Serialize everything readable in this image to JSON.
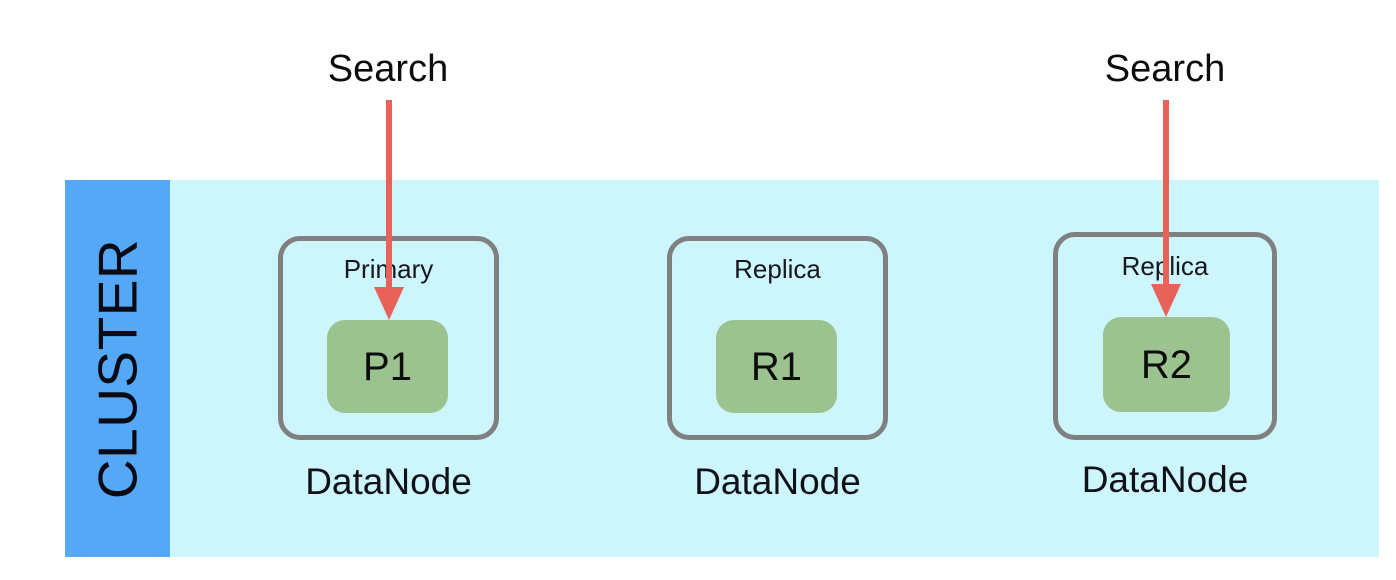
{
  "diagram": {
    "title": "Elasticsearch cluster search routing",
    "cluster": {
      "label": "CLUSTER",
      "band_color": "#ccf5fc",
      "tab_color": "#55a8f5"
    },
    "colors": {
      "node_border": "#808080",
      "shard_fill": "#9cc38f",
      "arrow": "#e8625a",
      "text": "#0d0d0d"
    },
    "nodes": [
      {
        "role": "Primary",
        "shard": "P1",
        "caption": "DataNode"
      },
      {
        "role": "Replica",
        "shard": "R1",
        "caption": "DataNode"
      },
      {
        "role": "Replica",
        "shard": "R2",
        "caption": "DataNode"
      }
    ],
    "requests": [
      {
        "label": "Search",
        "target": "P1"
      },
      {
        "label": "Search",
        "target": "R2"
      }
    ]
  }
}
